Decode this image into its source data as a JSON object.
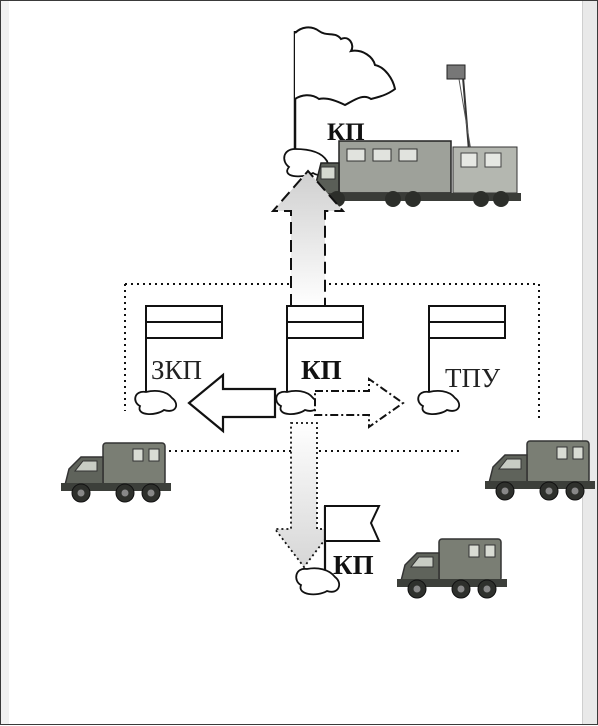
{
  "labels": {
    "top_post": "КП",
    "left_post": "ЗКП",
    "center_post": "КП",
    "right_post": "ТПУ",
    "bottom_post": "КП"
  },
  "icons": {
    "truck": "military-truck-icon",
    "command_vehicle": "command-vehicle-icon",
    "flag": "flag-icon"
  },
  "colors": {
    "stroke": "#111111",
    "vehicle_body": "#6b6f66",
    "vehicle_dark": "#3c3f3a"
  }
}
